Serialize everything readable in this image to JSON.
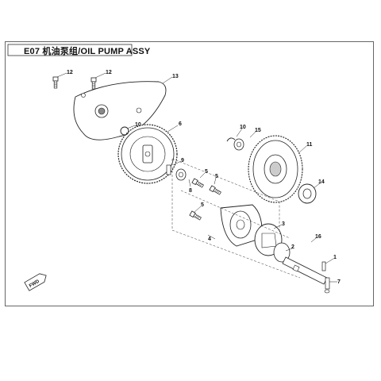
{
  "header": {
    "title": "E07 机油泵组/OIL PUMP ASSY"
  },
  "callouts": [
    {
      "id": "c12a",
      "text": "12"
    },
    {
      "id": "c12b",
      "text": "12"
    },
    {
      "id": "c13",
      "text": "13"
    },
    {
      "id": "c6",
      "text": "6"
    },
    {
      "id": "c10a",
      "text": "10"
    },
    {
      "id": "c10b",
      "text": "10"
    },
    {
      "id": "c15",
      "text": "15"
    },
    {
      "id": "c11",
      "text": "11"
    },
    {
      "id": "c14",
      "text": "14"
    },
    {
      "id": "c9",
      "text": "9"
    },
    {
      "id": "c8",
      "text": "8"
    },
    {
      "id": "c5a",
      "text": "5"
    },
    {
      "id": "c5b",
      "text": "5"
    },
    {
      "id": "c5c",
      "text": "5"
    },
    {
      "id": "c4",
      "text": "4"
    },
    {
      "id": "c3",
      "text": "3"
    },
    {
      "id": "c2",
      "text": "2"
    },
    {
      "id": "c16",
      "text": "16"
    },
    {
      "id": "c1",
      "text": "1"
    },
    {
      "id": "c7",
      "text": "7"
    }
  ],
  "fwd_badge": "FWD",
  "colors": {
    "line": "#222222",
    "frame": "#555555",
    "shade": "#bfbfbf"
  }
}
